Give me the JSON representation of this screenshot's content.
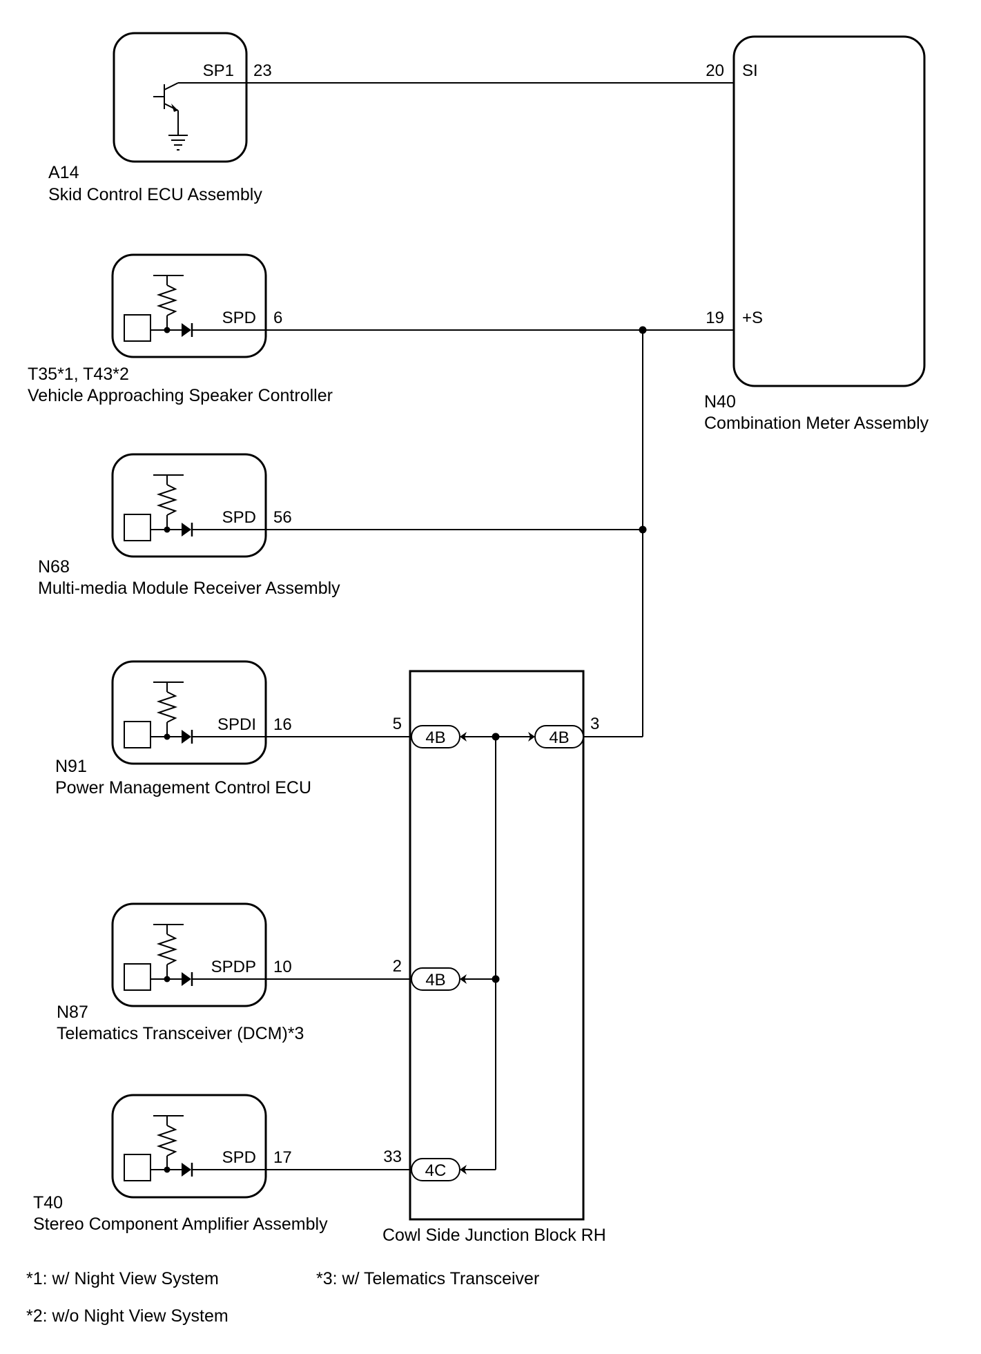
{
  "ecus": {
    "a14": {
      "code": "A14",
      "name": "Skid Control ECU Assembly",
      "terminal": "SP1",
      "pin": "23"
    },
    "t35": {
      "code": "T35*1, T43*2",
      "name": "Vehicle Approaching Speaker Controller",
      "terminal": "SPD",
      "pin": "6"
    },
    "n68": {
      "code": "N68",
      "name": "Multi-media Module Receiver Assembly",
      "terminal": "SPD",
      "pin": "56"
    },
    "n91": {
      "code": "N91",
      "name": "Power Management Control ECU",
      "terminal": "SPDI",
      "pin": "16"
    },
    "n87": {
      "code": "N87",
      "name": "Telematics Transceiver (DCM)*3",
      "terminal": "SPDP",
      "pin": "10"
    },
    "t40": {
      "code": "T40",
      "name": "Stereo Component Amplifier Assembly",
      "terminal": "SPD",
      "pin": "17"
    }
  },
  "meter": {
    "code": "N40",
    "name": "Combination Meter Assembly",
    "si_terminal": "SI",
    "si_pin": "20",
    "s_terminal": "+S",
    "s_pin": "19"
  },
  "junction": {
    "name": "Cowl Side Junction Block RH",
    "pin_5": "5",
    "conn_5": "4B",
    "pin_3": "3",
    "conn_3": "4B",
    "pin_2": "2",
    "conn_2": "4B",
    "pin_33": "33",
    "conn_33": "4C"
  },
  "notes": {
    "n1": "*1: w/ Night View System",
    "n2": "*2: w/o Night View System",
    "n3": "*3: w/ Telematics Transceiver"
  }
}
